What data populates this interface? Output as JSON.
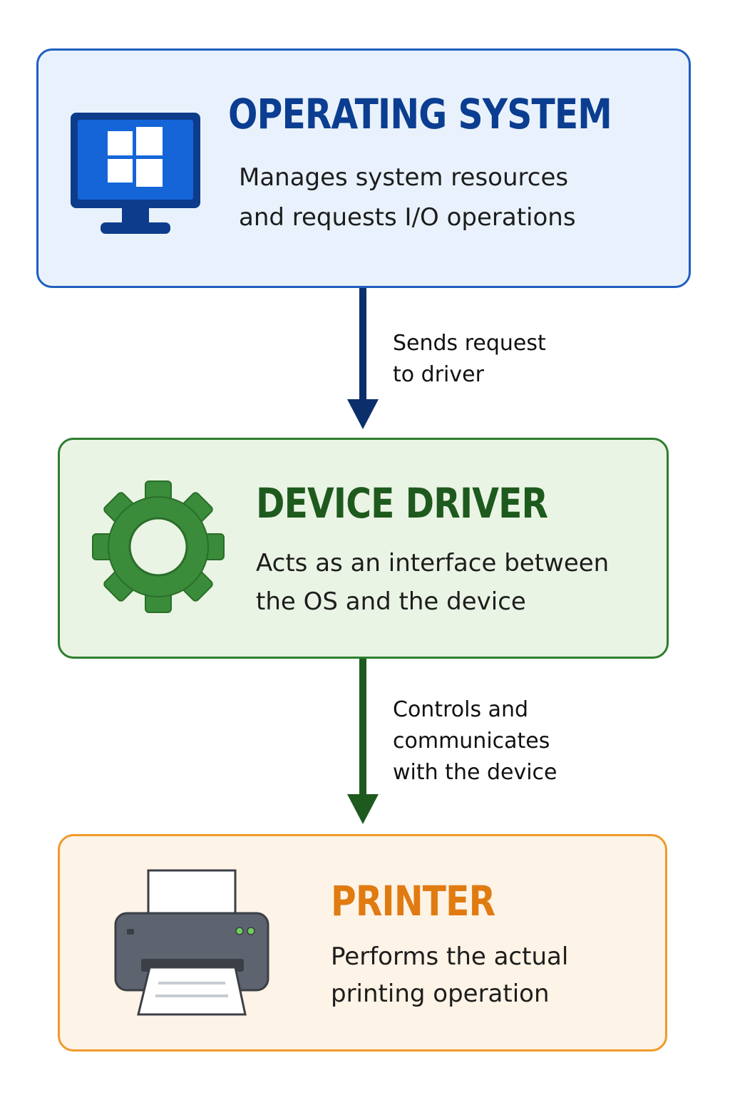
{
  "colors": {
    "os_accent": "#0b3d91",
    "os_border": "#1f5fbf",
    "os_fill": "#e9f2fc",
    "driver_accent": "#1e5a1e",
    "driver_border": "#2e7d2e",
    "driver_fill": "#eaf4e4",
    "printer_accent": "#e07b12",
    "printer_border": "#ef9a2a",
    "printer_fill": "#fdf3e6"
  },
  "nodes": {
    "os": {
      "title": "OPERATING SYSTEM",
      "description": "Manages system resources\nand requests I/O operations",
      "icon": "monitor-windows-icon"
    },
    "driver": {
      "title": "DEVICE DRIVER",
      "description": "Acts as an interface between\nthe OS and the device",
      "icon": "gear-icon"
    },
    "printer": {
      "title": "PRINTER",
      "description": "Performs the actual\nprinting operation",
      "icon": "printer-icon"
    }
  },
  "edges": [
    {
      "from": "os",
      "to": "driver",
      "label": "Sends request\nto driver"
    },
    {
      "from": "driver",
      "to": "printer",
      "label": "Controls and\ncommunicates\nwith the device"
    }
  ]
}
